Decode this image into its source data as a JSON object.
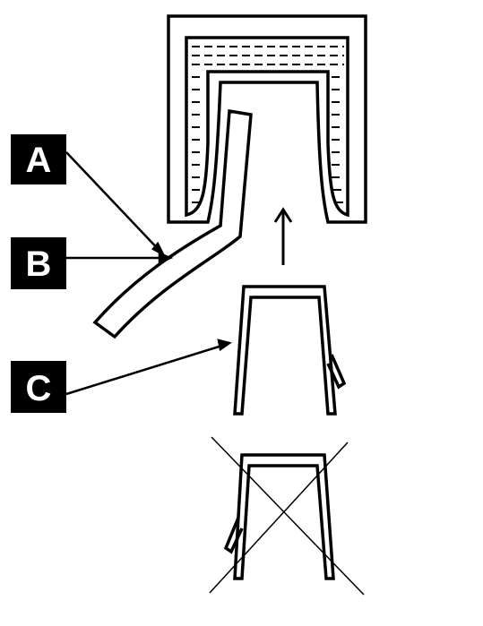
{
  "labels": [
    {
      "id": "A",
      "text": "A"
    },
    {
      "id": "B",
      "text": "B"
    },
    {
      "id": "C",
      "text": "C"
    }
  ],
  "colors": {
    "stroke": "#000000",
    "background": "#ffffff",
    "label_fill": "#000000",
    "label_text": "#ffffff"
  },
  "icons": [
    "up-arrow-icon",
    "cross-mark-icon"
  ]
}
